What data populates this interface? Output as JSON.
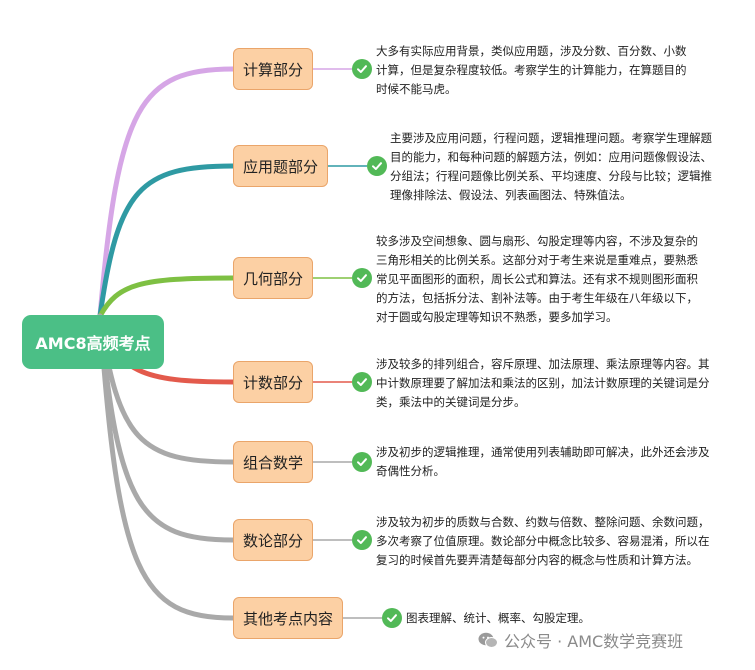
{
  "root": {
    "label": "AMC8高频考点"
  },
  "branches": [
    {
      "label": "计算部分",
      "color": "#d6a6e6",
      "desc": "大多有实际应用背景，类似应用题，涉及分数、百分数、小数计算，但是复杂程度较低。考察学生的计算能力，在算题目的时候不能马虎。"
    },
    {
      "label": "应用题部分",
      "color": "#2f9aa3",
      "desc": "主要涉及应用问题，行程问题，逻辑推理问题。考察学生理解题目的能力，和每种问题的解题方法，例如：应用问题像假设法、分组法；行程问题像比例关系、平均速度、分段与比较；逻辑推理像排除法、假设法、列表画图法、特殊值法。"
    },
    {
      "label": "几何部分",
      "color": "#7ec043",
      "desc": "较多涉及空间想象、圆与扇形、勾股定理等内容，不涉及复杂的三角形相关的比例关系。这部分对于考生来说是重难点，要熟悉常见平面图形的面积，周长公式和算法。还有求不规则图形面积的方法，包括拆分法、割补法等。由于考生年级在八年级以下，对于圆或勾股定理等知识不熟悉，要多加学习。"
    },
    {
      "label": "计数部分",
      "color": "#e35a4c",
      "desc": "涉及较多的排列组合，容斥原理、加法原理、乘法原理等内容。其中计数原理要了解加法和乘法的区别，加法计数原理的关键词是分类，乘法中的关键词是分步。"
    },
    {
      "label": "组合数学",
      "color": "#a9a9a9",
      "desc": "涉及初步的逻辑推理，通常使用列表辅助即可解决，此外还会涉及奇偶性分析。"
    },
    {
      "label": "数论部分",
      "color": "#a9a9a9",
      "desc": "涉及较为初步的质数与合数、约数与倍数、整除问题、余数问题，多次考察了位值原理。数论部分中概念比较多、容易混淆，所以在复习的时候首先要弄清楚每部分内容的概念与性质和计算方法。"
    },
    {
      "label": "其他考点内容",
      "color": "#a9a9a9",
      "desc": "图表理解、统计、概率、勾股定理。"
    }
  ],
  "watermark": {
    "text": "公众号 · AMC数学竞赛班"
  }
}
